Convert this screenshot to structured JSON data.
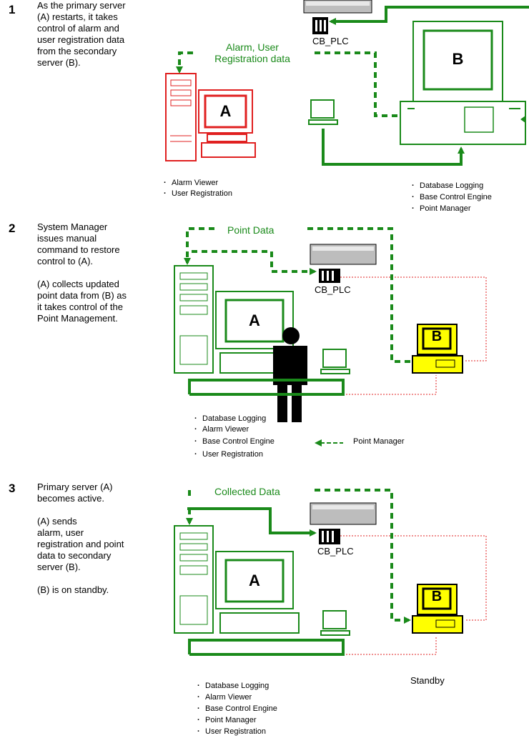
{
  "colors": {
    "green": "#1a8a1a",
    "red": "#e02020",
    "yellow": "#ffff00",
    "black": "#000000"
  },
  "steps": [
    {
      "number": "1",
      "text": "As the primary server\n(A) restarts, it takes\ncontrol of alarm and\nuser registration data\nfrom the secondary\nserver (B).",
      "flow_label": "Alarm, User\nRegistration data",
      "plc_label": "CB_PLC",
      "server_a_label": "A",
      "server_b_label": "B",
      "a_services": [
        "Alarm Viewer",
        "User Registration"
      ],
      "b_services": [
        "Database Logging",
        "Base Control Engine",
        "Point Manager"
      ]
    },
    {
      "number": "2",
      "text": "System Manager\nissues manual\ncommand to restore\ncontrol to (A).\n\n(A) collects updated\npoint data from (B) as\nit takes control of the\nPoint Management.",
      "flow_label": "Point Data",
      "plc_label": "CB_PLC",
      "server_a_label": "A",
      "server_b_label": "B",
      "a_services": [
        "Database Logging",
        "Alarm Viewer",
        "Base Control Engine",
        "User Registration"
      ],
      "transfer_label": "Point Manager"
    },
    {
      "number": "3",
      "text": "Primary server (A)\nbecomes active.\n\n(A) sends\nalarm, user\nregistration and point\ndata to secondary\nserver (B).\n\n(B) is on standby.",
      "flow_label": "Collected Data",
      "plc_label": "CB_PLC",
      "server_a_label": "A",
      "server_b_label": "B",
      "a_services": [
        "Database Logging",
        "Alarm Viewer",
        "Base Control Engine",
        "Point Manager",
        "User Registration"
      ],
      "b_status": "Standby"
    }
  ]
}
